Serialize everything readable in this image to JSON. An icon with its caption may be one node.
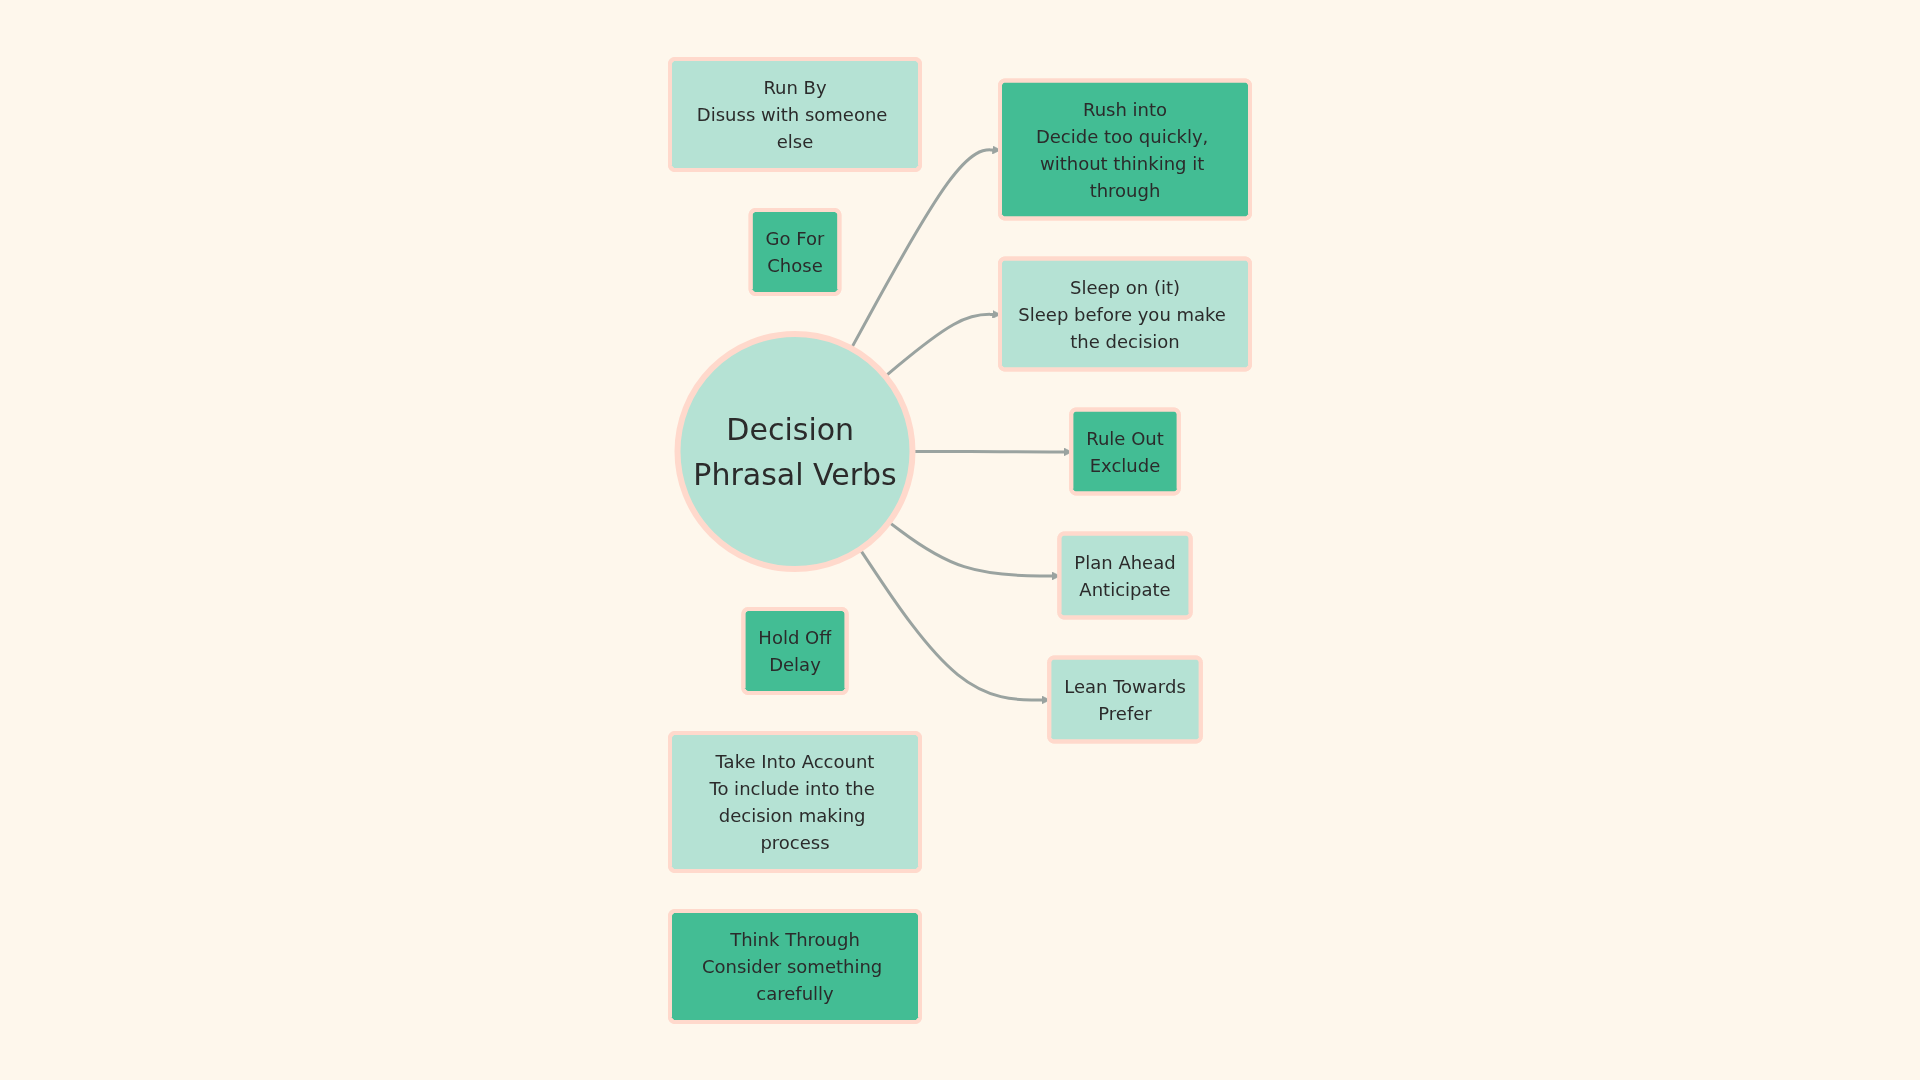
{
  "diagram": {
    "nodes": [
      {
        "text": [
          "Run By",
          "Disuss with someone else"
        ]
      },
      {
        "text": [
          "Go For",
          "Chose"
        ]
      },
      {
        "text": [
          "Rush into",
          "Decide too quickly, without thinking it through"
        ]
      },
      {
        "text": [
          "Plan Ahead",
          "Anticipate"
        ]
      },
      {
        "text": [
          "Sleep on (it)",
          "Sleep before you make the decision"
        ]
      },
      {
        "text": [
          "Decision Phrasal Verbs"
        ]
      },
      {
        "text": [
          "Hold Off",
          "Delay"
        ]
      },
      {
        "text": [
          "Rule Out",
          "Exclude"
        ]
      },
      {
        "text": [
          "Lean Towards",
          "Prefer"
        ]
      },
      {
        "text": [
          "Take Into Account",
          "To include into the decision making process"
        ]
      },
      {
        "text": [
          "Think Through",
          "Consider something carefully"
        ]
      }
    ],
    "edges": [
      {
        "from": 5,
        "to": 2,
        "arrow": "to"
      },
      {
        "from": 5,
        "to": 4,
        "arrow": "to"
      },
      {
        "from": 5,
        "to": 7,
        "arrow": "to"
      },
      {
        "from": 5,
        "to": 3,
        "arrow": "to"
      },
      {
        "from": 5,
        "to": 8,
        "arrow": "to"
      }
    ]
  }
}
